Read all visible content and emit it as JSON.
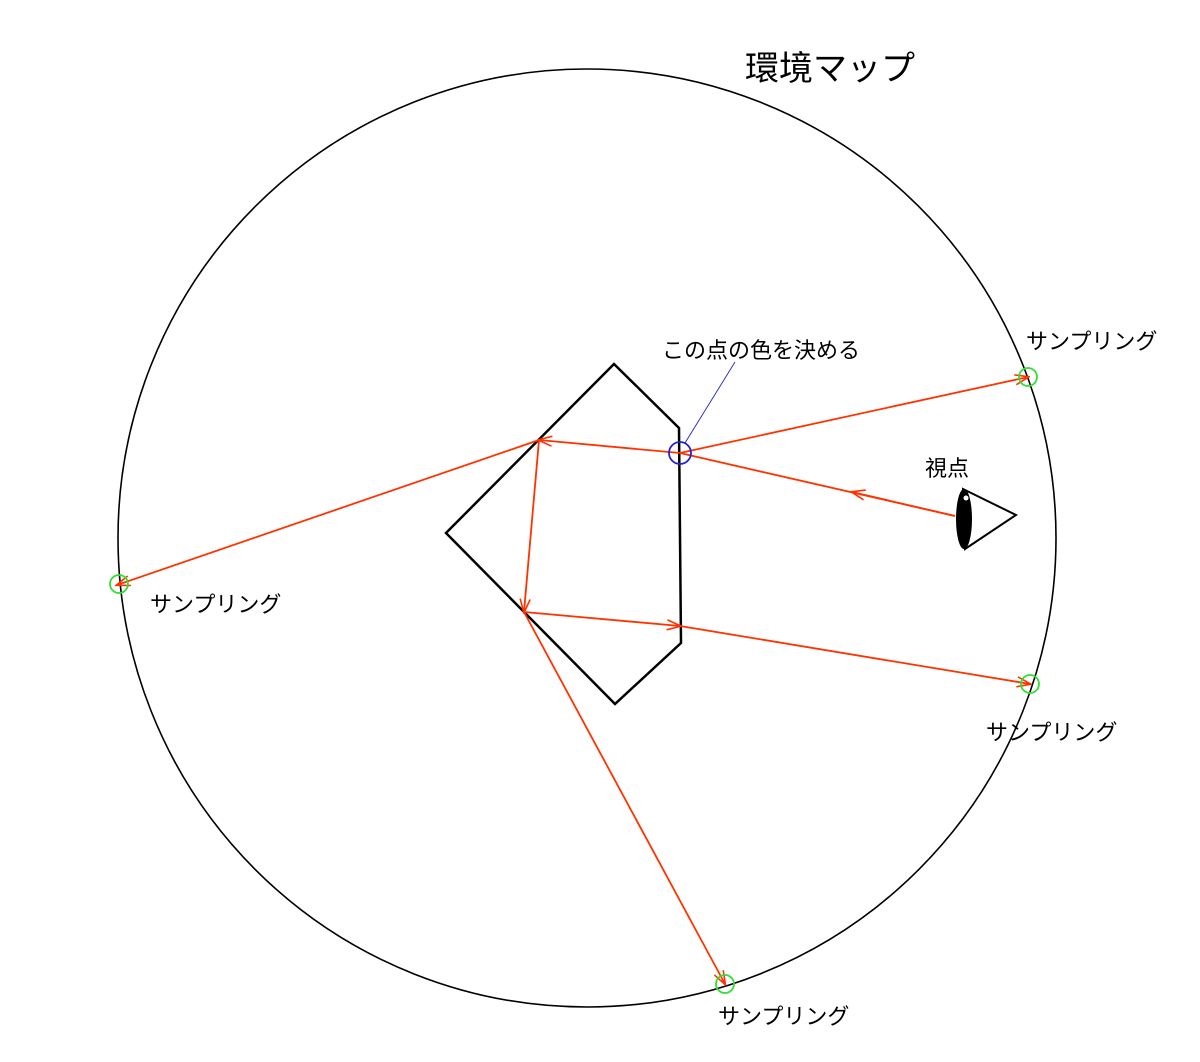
{
  "title": "環境マップ",
  "labels": {
    "target_point": "この点の色を決める",
    "viewpoint": "視点",
    "sampling_top_right": "サンプリング",
    "sampling_left": "サンプリング",
    "sampling_bottom_right": "サンプリング",
    "sampling_bottom": "サンプリング"
  },
  "colors": {
    "ray": "#ff3300",
    "sample_marker": "#33dd33",
    "target_marker": "#2222cc",
    "outline": "#000000"
  },
  "icons": {
    "eye": "eye-icon"
  }
}
